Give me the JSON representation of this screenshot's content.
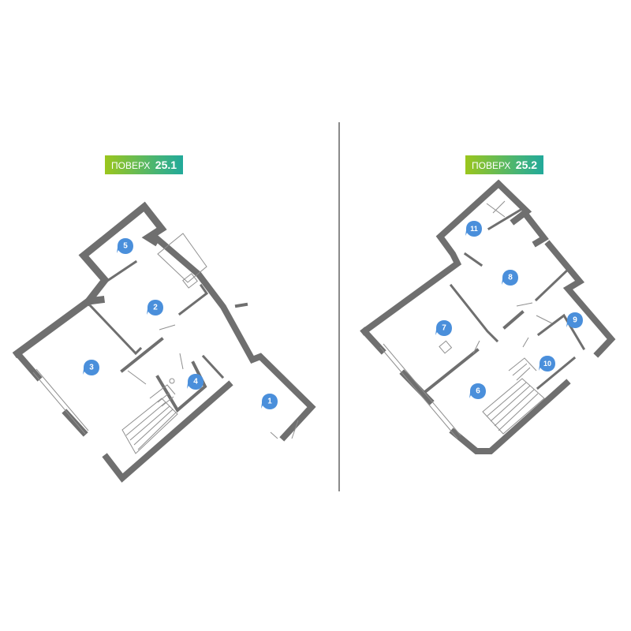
{
  "floors": [
    {
      "label": "ПОВЕРХ",
      "number": "25.1"
    },
    {
      "label": "ПОВЕРХ",
      "number": "25.2"
    }
  ],
  "rooms": [
    "1",
    "2",
    "3",
    "4",
    "5",
    "6",
    "7",
    "8",
    "9",
    "10",
    "11"
  ],
  "colors": {
    "wall": "#6f6f6f",
    "pin": "#4a8fdb",
    "tag_gradient_start": "#9bc61d",
    "tag_gradient_end": "#22a99a",
    "divider": "#8a8a8a"
  }
}
